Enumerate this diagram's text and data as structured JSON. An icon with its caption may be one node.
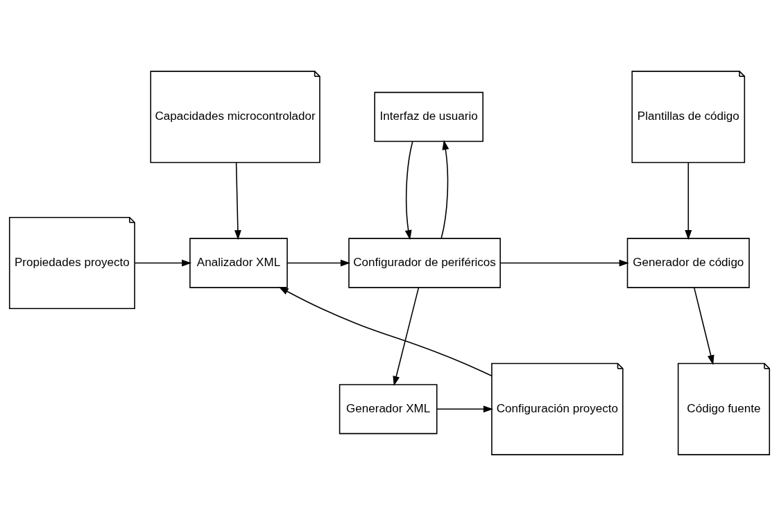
{
  "diagram": {
    "nodes": [
      {
        "text": [
          "Capacidades microcontrolador"
        ]
      },
      {
        "text": [
          "Interfaz de usuario"
        ]
      },
      {
        "text": [
          "Plantillas de código"
        ]
      },
      {
        "text": [
          "Propiedades proyecto"
        ]
      },
      {
        "text": [
          "Analizador XML"
        ]
      },
      {
        "text": [
          "Configurador de periféricos"
        ]
      },
      {
        "text": [
          "Generador de código"
        ]
      },
      {
        "text": [
          "Configuración proyecto"
        ]
      },
      {
        "text": [
          "Generador XML"
        ]
      },
      {
        "text": [
          "Código fuente"
        ]
      }
    ],
    "edges": [
      {
        "from": 0,
        "to": 4,
        "arrow": "to"
      },
      {
        "from": 3,
        "to": 4,
        "arrow": "to"
      },
      {
        "from": 7,
        "to": 4,
        "arrow": "to"
      },
      {
        "from": 4,
        "to": 5,
        "arrow": "to"
      },
      {
        "from": 5,
        "to": 1,
        "arrow": "to"
      },
      {
        "from": 1,
        "to": 5,
        "arrow": "to"
      },
      {
        "from": 5,
        "to": 8,
        "arrow": "to"
      },
      {
        "from": 8,
        "to": 7,
        "arrow": "to"
      },
      {
        "from": 2,
        "to": 6,
        "arrow": "to"
      },
      {
        "from": 5,
        "to": 6,
        "arrow": "to"
      },
      {
        "from": 6,
        "to": 9,
        "arrow": "to"
      }
    ]
  }
}
